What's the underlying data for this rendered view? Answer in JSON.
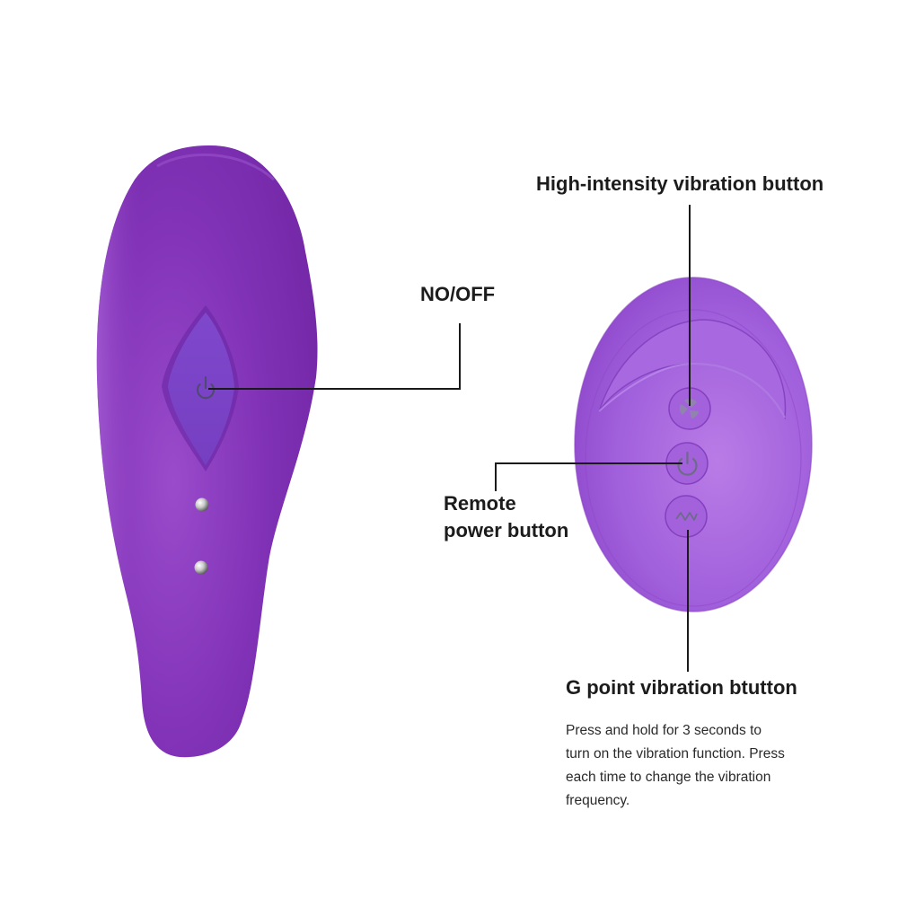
{
  "diagram": {
    "type": "product-feature-callouts",
    "colors": {
      "device_body": "#7e2fb0",
      "device_body_light": "#9a4ccc",
      "device_button": "#7a42c8",
      "remote_body": "#9a55d6",
      "remote_body_light": "#b678e6",
      "callout_line": "#1a1a1a",
      "text": "#1c1c1c"
    },
    "device": {
      "name": "main-device",
      "button": {
        "label": "NO/OFF",
        "icon": "power-icon"
      },
      "contacts": 2
    },
    "remote": {
      "name": "remote-control",
      "buttons": [
        {
          "id": "high-intensity",
          "icon": "swirl-icon"
        },
        {
          "id": "power",
          "icon": "power-icon"
        },
        {
          "id": "g-point",
          "icon": "wave-icon"
        }
      ]
    },
    "callouts": {
      "no_off": "NO/OFF",
      "high_intensity": "High-intensity vibration button",
      "remote_power_line1": "Remote",
      "remote_power_line2": "power button",
      "g_point": "G point vibration btutton"
    },
    "description": {
      "line1": "Press and hold for 3 seconds to",
      "line2": "turn on the vibration function. Press",
      "line3": "each time to change the vibration",
      "line4": "frequency."
    }
  }
}
